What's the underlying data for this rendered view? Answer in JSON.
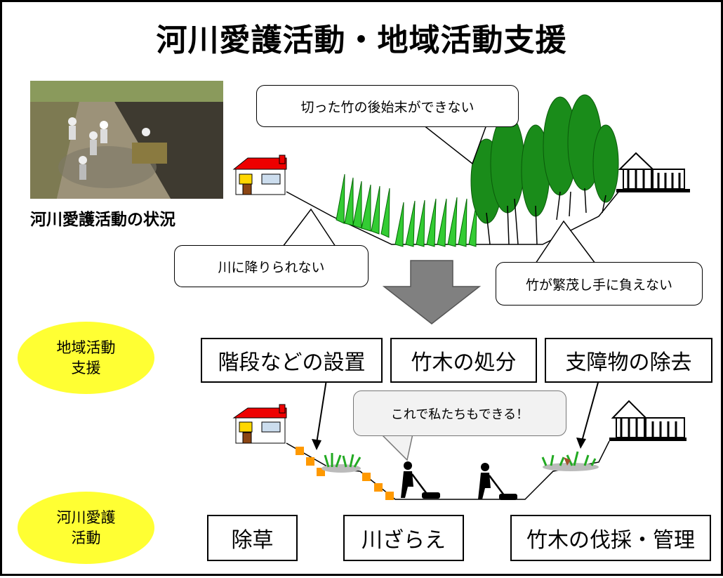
{
  "title": "河川愛護活動・地域活動支援",
  "photo": {
    "caption": "河川愛護活動の状況"
  },
  "problems": {
    "bamboo_disposal": "切った竹の後始末ができない",
    "cannot_descend": "川に降りられない",
    "bamboo_overgrowth": "竹が繁茂し手に負えない"
  },
  "support": {
    "label": "地域活動\n支援",
    "items": [
      "階段などの設置",
      "竹木の処分",
      "支障物の除去"
    ]
  },
  "speech": "これで私たちもできる！",
  "activity": {
    "label": "河川愛護\n活動",
    "items": [
      "除草",
      "川ざらえ",
      "竹木の伐採・管理"
    ]
  },
  "colors": {
    "ellipse": "#ffff33",
    "bamboo": "#1a8c1a",
    "grass": "#33cc33",
    "steps": "#ff9900",
    "arrow": "#808080",
    "roof": "#ff0000"
  }
}
